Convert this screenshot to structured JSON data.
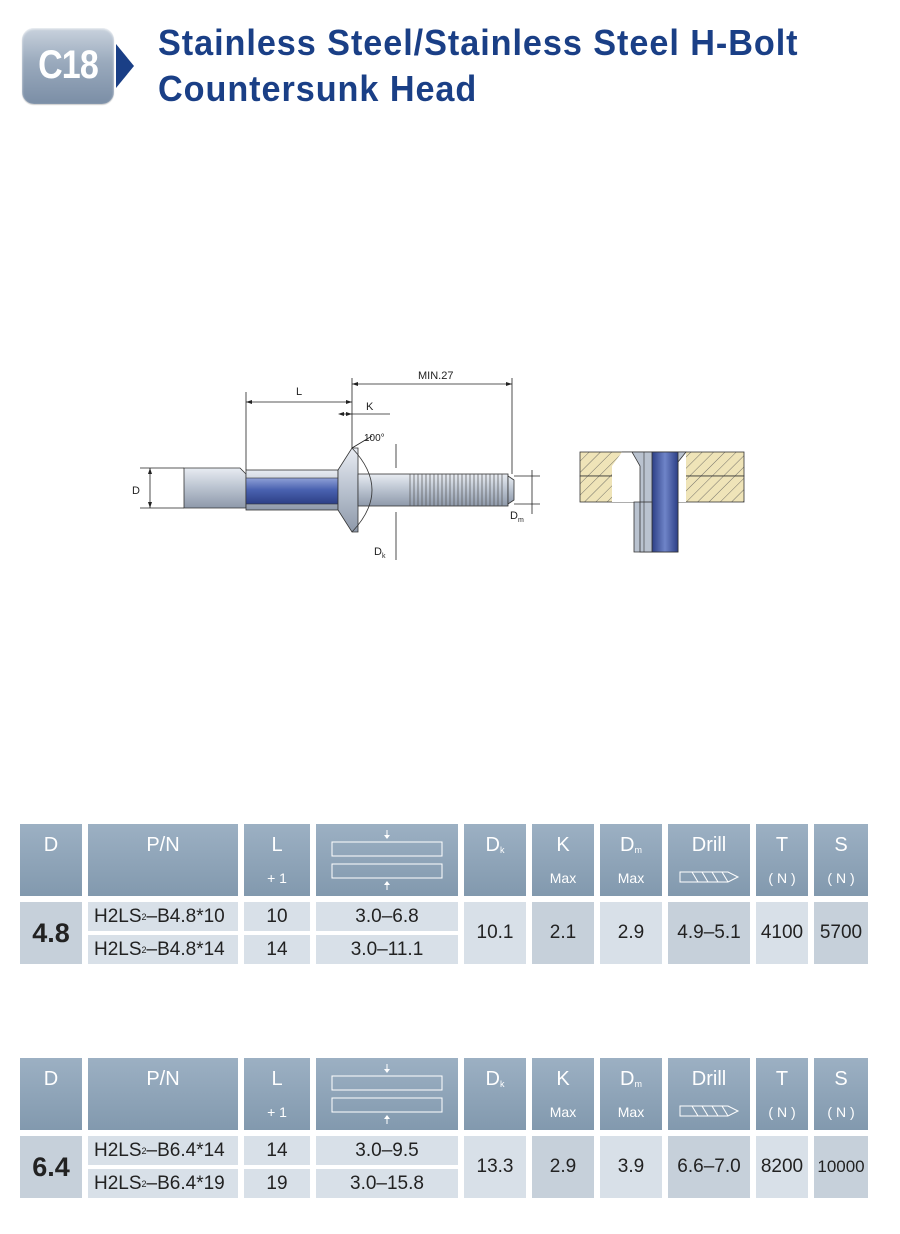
{
  "header": {
    "badge": "C18",
    "title_line1": "Stainless Steel/Stainless Steel H-Bolt",
    "title_line2": "Countersunk Head"
  },
  "drawing": {
    "label_l": "L",
    "label_k": "K",
    "label_min": "MIN.27",
    "label_angle": "100°",
    "label_d": "D",
    "label_dk": "D",
    "label_dk_sub": "k",
    "label_dm": "D",
    "label_dm_sub": "m"
  },
  "colors": {
    "title": "#1a3f86",
    "header_cell": "#8fa4b8",
    "light_cell": "#d8e0e8",
    "dark_cell": "#c6d0da",
    "rivet_blue": "#4a62b0",
    "hatch_fill": "#efe4b8"
  },
  "table_headers": {
    "d": "D",
    "pn": "P/N",
    "l": "L",
    "l_sub": "+ 1",
    "dk": "D",
    "dk_sub": "k",
    "k": "K",
    "k_sub": "Max",
    "dm": "D",
    "dm_sub": "m",
    "dm_max": "Max",
    "drill": "Drill",
    "t": "T",
    "t_sub": "( N )",
    "s": "S",
    "s_sub": "( N )"
  },
  "tables": [
    {
      "d": "4.8",
      "rows": [
        {
          "pn_pre": "H2LS",
          "pn_sub": "2",
          "pn_post": "–B4.8*10",
          "l": "10",
          "grip": "3.0–6.8"
        },
        {
          "pn_pre": "H2LS",
          "pn_sub": "2",
          "pn_post": "–B4.8*14",
          "l": "14",
          "grip": "3.0–11.1"
        }
      ],
      "dk": "10.1",
      "k": "2.1",
      "dm": "2.9",
      "drill": "4.9–5.1",
      "t": "4100",
      "s": "5700"
    },
    {
      "d": "6.4",
      "rows": [
        {
          "pn_pre": "H2LS",
          "pn_sub": "2",
          "pn_post": "–B6.4*14",
          "l": "14",
          "grip": "3.0–9.5"
        },
        {
          "pn_pre": "H2LS",
          "pn_sub": "2",
          "pn_post": "–B6.4*19",
          "l": "19",
          "grip": "3.0–15.8"
        }
      ],
      "dk": "13.3",
      "k": "2.9",
      "dm": "3.9",
      "drill": "6.6–7.0",
      "t": "8200",
      "s": "10000"
    }
  ]
}
